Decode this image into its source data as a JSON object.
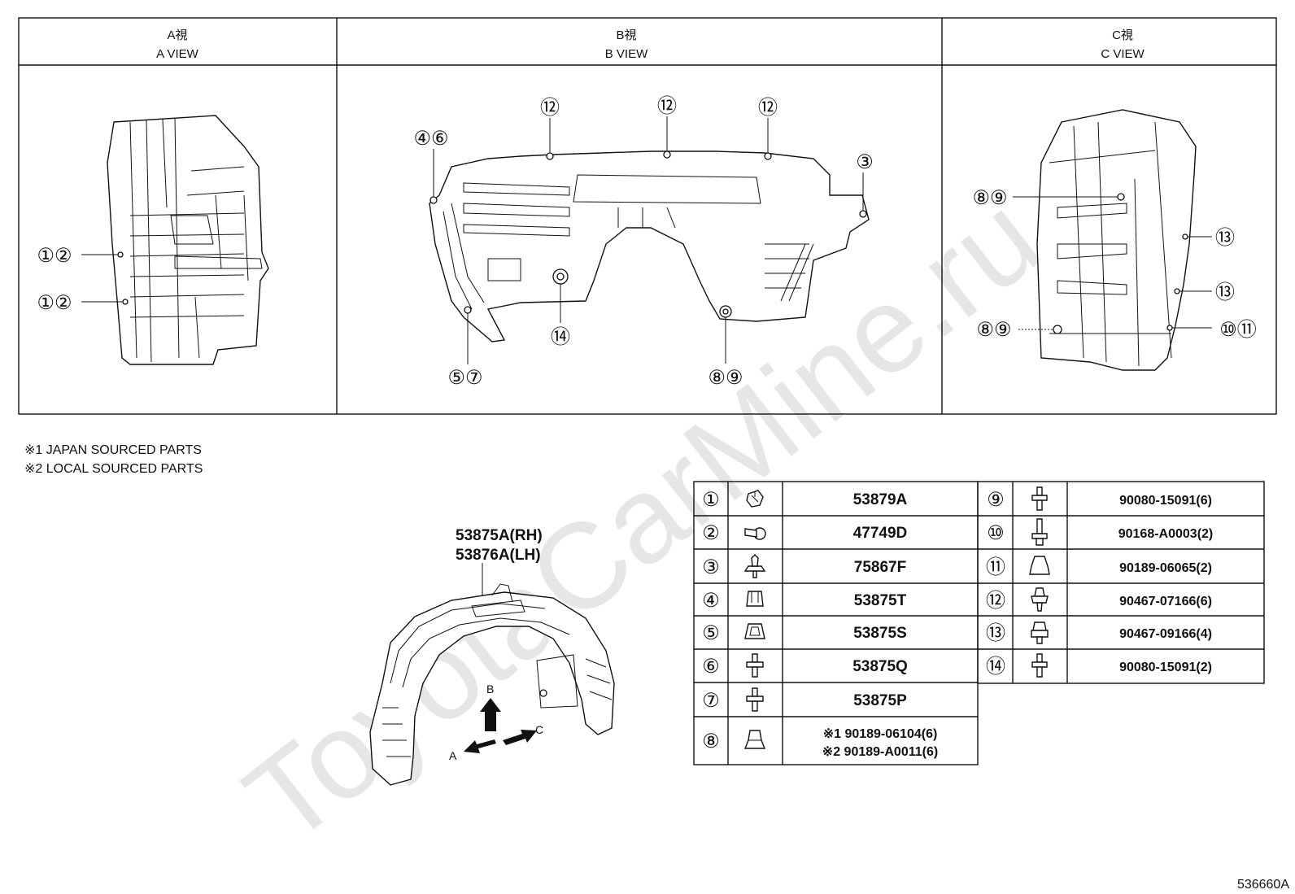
{
  "views": [
    {
      "id": "a",
      "title_jp": "A視",
      "title_en": "A VIEW"
    },
    {
      "id": "b",
      "title_jp": "B視",
      "title_en": "B VIEW"
    },
    {
      "id": "c",
      "title_jp": "C視",
      "title_en": "C VIEW"
    }
  ],
  "callouts": {
    "a": [
      "①②",
      "①②"
    ],
    "b": [
      "⑫",
      "⑫",
      "⑫",
      "④⑥",
      "③",
      "⑤⑦",
      "⑭",
      "⑧⑨"
    ],
    "c": [
      "⑧⑨",
      "⑬",
      "⑬",
      "⑧⑨",
      "⑩⑪"
    ]
  },
  "notes": [
    "※1 JAPAN SOURCED PARTS",
    "※2 LOCAL SOURCED PARTS"
  ],
  "main_part": {
    "rh": "53875A(RH)",
    "lh": "53876A(LH)"
  },
  "arrows": {
    "a": "A",
    "b": "B",
    "c": "C"
  },
  "parts_left": [
    {
      "num": "①",
      "part": "53879A"
    },
    {
      "num": "②",
      "part": "47749D"
    },
    {
      "num": "③",
      "part": "75867F"
    },
    {
      "num": "④",
      "part": "53875T"
    },
    {
      "num": "⑤",
      "part": "53875S"
    },
    {
      "num": "⑥",
      "part": "53875Q"
    },
    {
      "num": "⑦",
      "part": "53875P"
    },
    {
      "num": "⑧",
      "part_1": "※1 90189-06104(6)",
      "part_2": "※2 90189-A0011(6)"
    }
  ],
  "parts_right": [
    {
      "num": "⑨",
      "part": "90080-15091(6)"
    },
    {
      "num": "⑩",
      "part": "90168-A0003(2)"
    },
    {
      "num": "⑪",
      "part": "90189-06065(2)"
    },
    {
      "num": "⑫",
      "part": "90467-07166(6)"
    },
    {
      "num": "⑬",
      "part": "90467-09166(4)"
    },
    {
      "num": "⑭",
      "part": "90080-15091(2)"
    }
  ],
  "watermark": "ToyotaCarMine.ru",
  "figure_id": "536660A"
}
